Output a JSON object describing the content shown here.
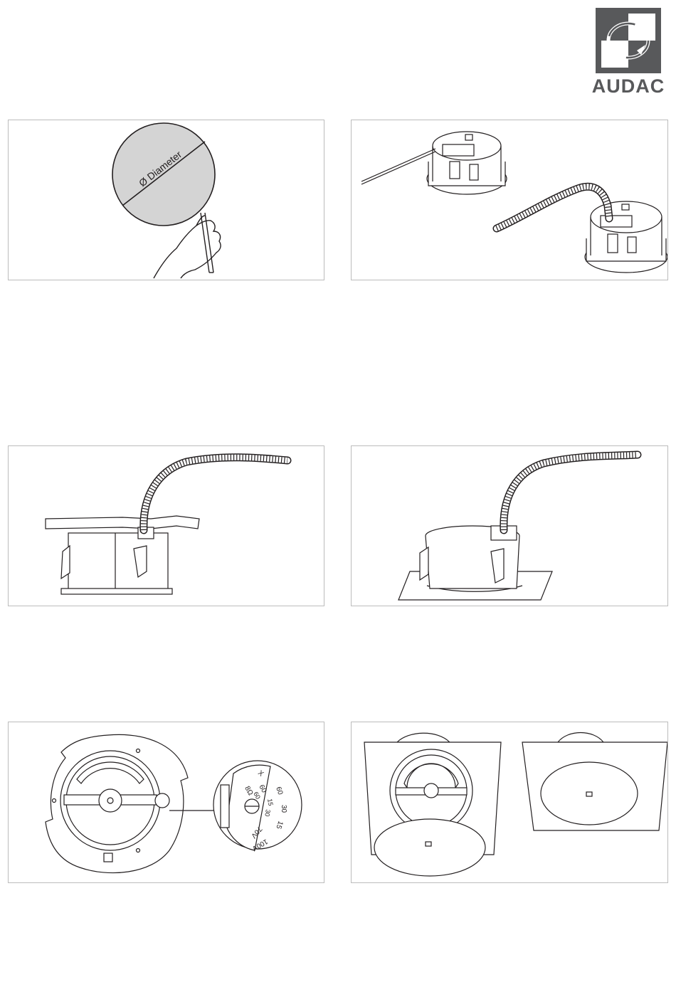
{
  "brand": {
    "name": "AUDAC",
    "color": "#58595b"
  },
  "panels": {
    "step1": {
      "label": "Ø Diameter"
    },
    "step5": {
      "tap_values": [
        "8Ω",
        "X",
        "60",
        "60",
        "30",
        "15",
        "100V",
        "70V",
        "30",
        "15",
        "60"
      ]
    }
  },
  "colors": {
    "line": "#231f20",
    "fill_grey": "#d4d4d4",
    "frame": "#bcbcbc"
  }
}
